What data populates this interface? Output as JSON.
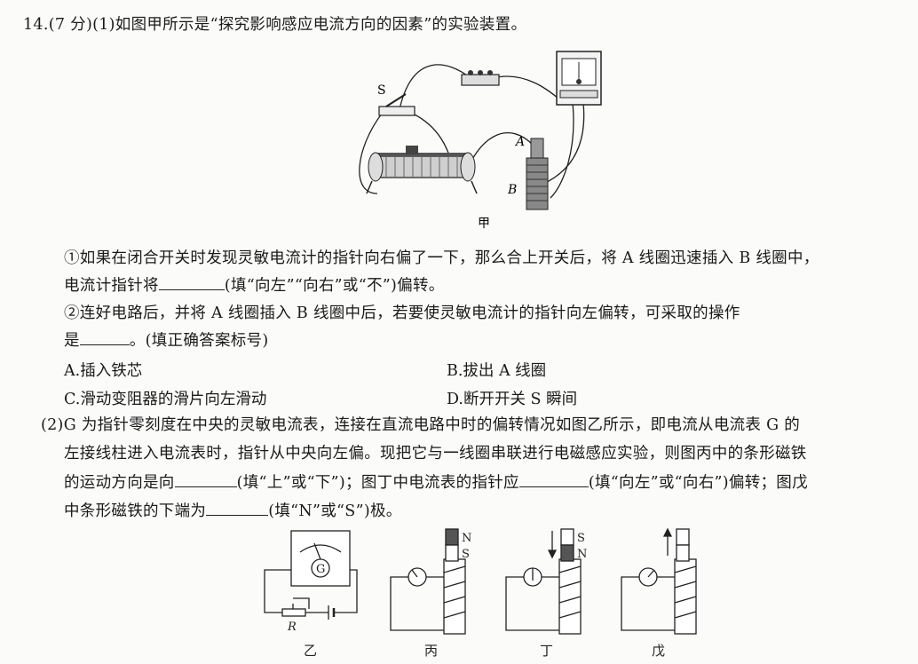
{
  "question": {
    "header": "14.(7 分)(1)如图甲所示是“探究影响感应电流方向的因素”的实验装置。",
    "fig_jia": {
      "switch_label": "S",
      "coil_a_label": "A",
      "coil_b_label": "B",
      "caption": "甲"
    },
    "q1": {
      "line1": "①如果在闭合开关时发现灵敏电流计的指针向右偏了一下，那么合上开关后，将 A 线圈迅速插入 B 线圈中，",
      "line2_pre": "电流计指针将",
      "line2_post": "(填“向左”“向右”或“不”)偏转。"
    },
    "q2": {
      "line1": "②连好电路后，并将 A 线圈插入 B 线圈中后，若要使灵敏电流计的指针向左偏转，可采取的操作",
      "line2_pre": "是",
      "line2_post": "。(填正确答案标号)",
      "options": {
        "a": "A.插入铁芯",
        "b": "B.拔出 A 线圈",
        "c": "C.滑动变阻器的滑片向左滑动",
        "d": "D.断开开关 S 瞬间"
      }
    },
    "part2": {
      "line1": "(2)G 为指针零刻度在中央的灵敏电流表，连接在直流电路中时的偏转情况如图乙所示，即电流从电流表 G 的",
      "line2": "左接线柱进入电流表时，指针从中央向左偏。现把它与一线圈串联进行电磁感应实验，则图丙中的条形磁铁",
      "line3_pre": "的运动方向是向",
      "line3_mid1": "(填“上”或“下”)；图丁中电流表的指针应",
      "line3_post": "(填“向左”或“向右”)偏转；图戊",
      "line4_pre": "中条形磁铁的下端为",
      "line4_post": "(填“N”或“S”)极。"
    },
    "figs": {
      "yi": {
        "caption": "乙",
        "meter_label": "G",
        "resistor_label": "R"
      },
      "bing": {
        "caption": "丙",
        "top_pole": "N",
        "bottom_pole": "S"
      },
      "ding": {
        "caption": "丁",
        "top_pole": "S",
        "bottom_pole": "N"
      },
      "wu": {
        "caption": "戊"
      }
    }
  }
}
